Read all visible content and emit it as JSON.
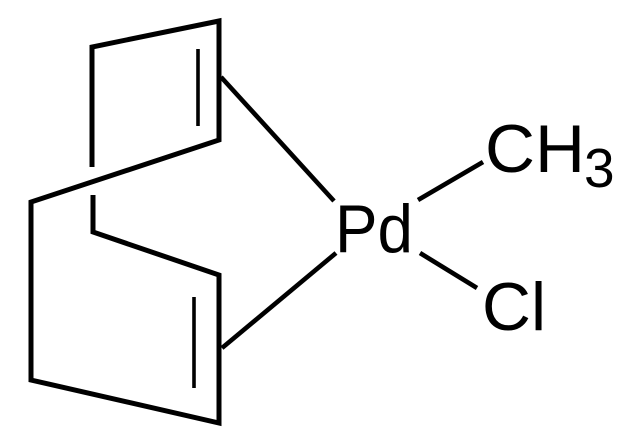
{
  "figure": {
    "background_color": "#ffffff",
    "line_color": "#000000"
  },
  "labels": {
    "palladium": "Pd",
    "methyl_main": "CH",
    "methyl_subscript": "3",
    "chloride": "Cl"
  }
}
